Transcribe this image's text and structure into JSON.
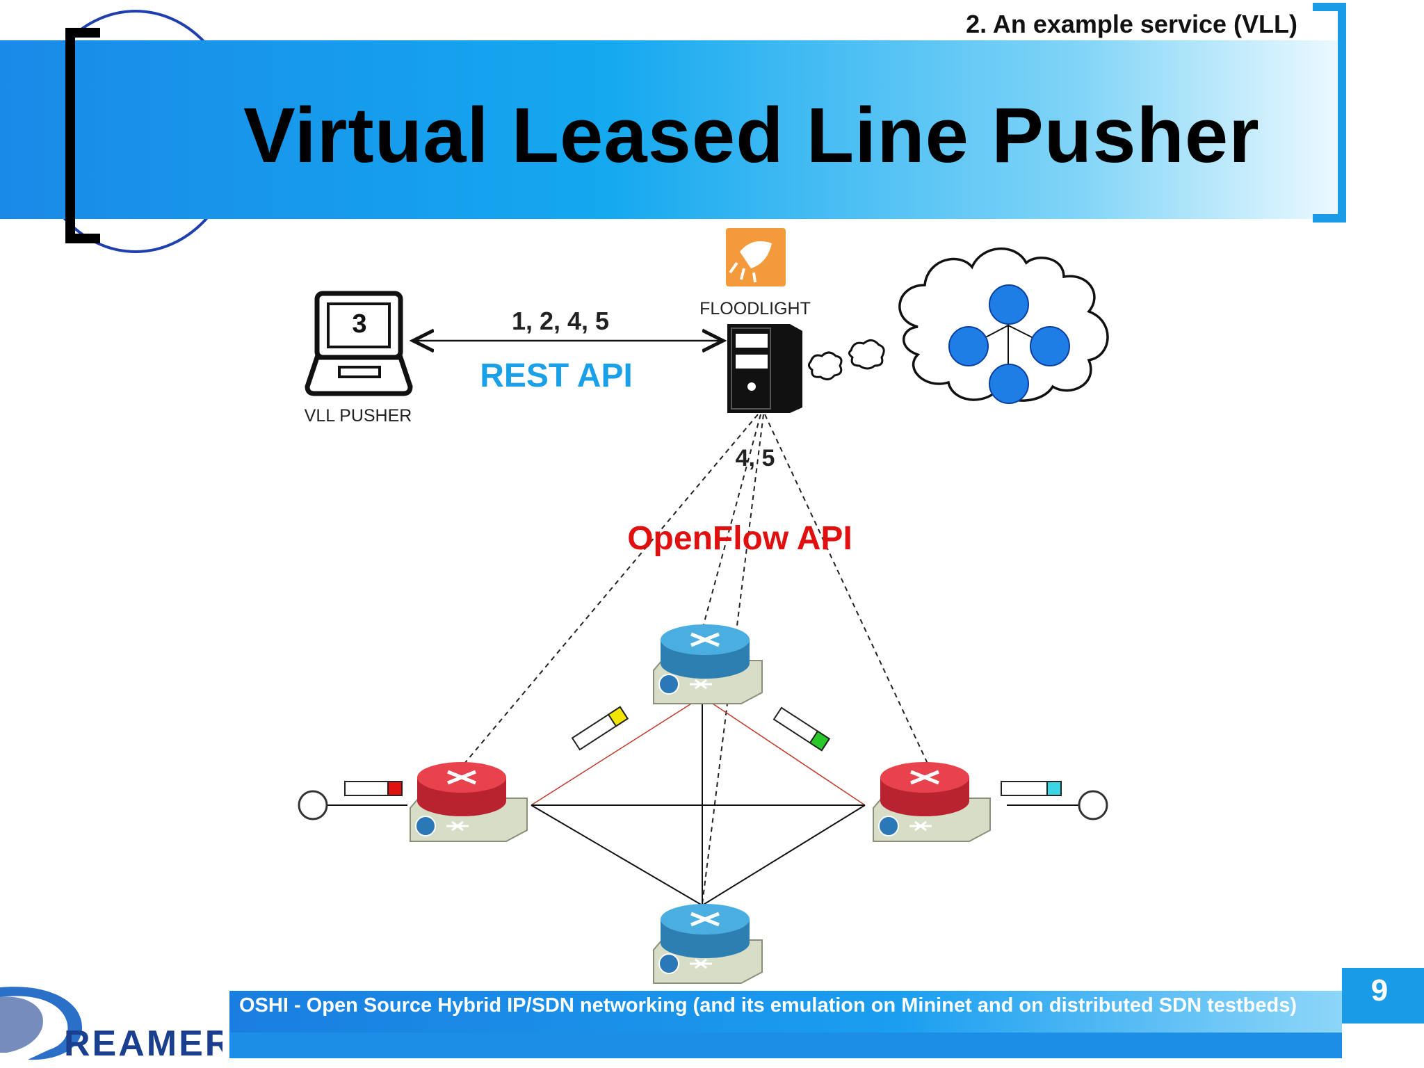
{
  "header": {
    "section_label": "2. An example service (VLL)",
    "title": "Virtual Leased Line Pusher"
  },
  "diagram": {
    "laptop": {
      "screen_number": "3",
      "label": "VLL PUSHER"
    },
    "controller": {
      "label": "FLOODLIGHT"
    },
    "rest_link": {
      "steps": "1, 2, 4, 5",
      "api_label": "REST API"
    },
    "openflow_link": {
      "steps": "4, 5",
      "api_label": "OpenFlow API"
    }
  },
  "colors": {
    "rest_api": "#19a0e6",
    "openflow_api": "#e01010",
    "router_red": "#e8424c",
    "router_blue": "#3f9fd6",
    "flow_red": "#e01010",
    "flow_yellow": "#f2e600",
    "flow_green": "#28c828",
    "flow_cyan": "#3ad6e6"
  },
  "footer": {
    "text": "OSHI - Open Source Hybrid IP/SDN networking (and its emulation on Mininet and on distributed SDN testbeds)",
    "page_number": "9",
    "logo_text": "REAMER"
  }
}
